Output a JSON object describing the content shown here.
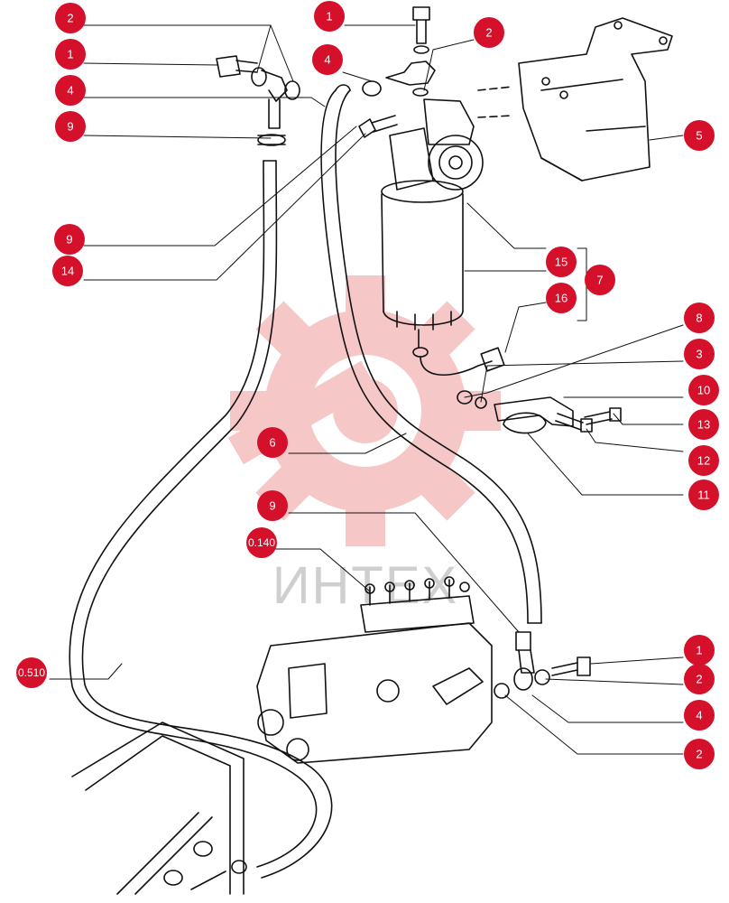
{
  "watermark": {
    "text": "ИНТЕХ",
    "color": "#e23b3b"
  },
  "callouts": [
    {
      "id": "c1",
      "label": "2"
    },
    {
      "id": "c2",
      "label": "1"
    },
    {
      "id": "c3",
      "label": "4"
    },
    {
      "id": "c4",
      "label": "9"
    },
    {
      "id": "c5",
      "label": "1"
    },
    {
      "id": "c6",
      "label": "2"
    },
    {
      "id": "c7",
      "label": "4"
    },
    {
      "id": "c8",
      "label": "5"
    },
    {
      "id": "c9",
      "label": "9"
    },
    {
      "id": "c10",
      "label": "14"
    },
    {
      "id": "c11",
      "label": "15"
    },
    {
      "id": "c12",
      "label": "16"
    },
    {
      "id": "c13",
      "label": "7"
    },
    {
      "id": "c14",
      "label": "8"
    },
    {
      "id": "c15",
      "label": "3"
    },
    {
      "id": "c16",
      "label": "10"
    },
    {
      "id": "c17",
      "label": "13"
    },
    {
      "id": "c18",
      "label": "12"
    },
    {
      "id": "c19",
      "label": "11"
    },
    {
      "id": "c20",
      "label": "6"
    },
    {
      "id": "c21",
      "label": "9"
    },
    {
      "id": "c22",
      "label": "1"
    },
    {
      "id": "c23",
      "label": "2"
    },
    {
      "id": "c24",
      "label": "4"
    },
    {
      "id": "c25",
      "label": "2"
    }
  ],
  "references": [
    {
      "id": "r1",
      "label": "0.140"
    },
    {
      "id": "r2",
      "label": "0.510"
    }
  ],
  "colors": {
    "callout": "#d4102a",
    "line": "#111111"
  }
}
